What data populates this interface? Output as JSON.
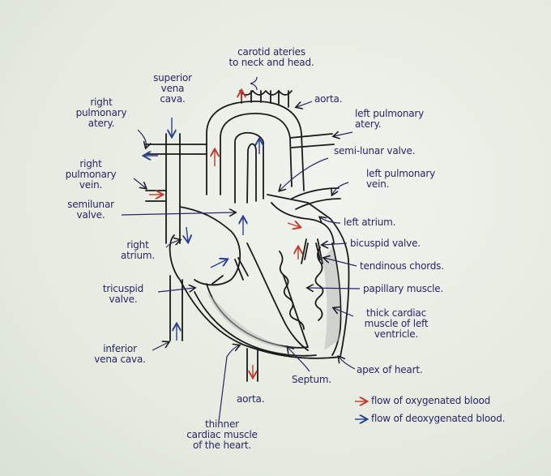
{
  "labels": {
    "carotid": "carotid ateries\nto neck and head.",
    "aorta_top": "aorta.",
    "superior_vena_cava": "superior\nvena\ncava.",
    "right_pulmonary_artery": "right\npulmonary\natery.",
    "left_pulmonary_artery": "left pulmonary\natery.",
    "right_pulmonary_vein": "right\npulmonary\nvein.",
    "semi_lunar_valve_right": "semi-lunar valve.",
    "left_pulmonary_vein": "left pulmonary\nvein.",
    "semilunar_valve_left": "semilunar\nvalve.",
    "left_atrium": "left atrium.",
    "right_atrium": "right\natrium.",
    "bicuspid_valve": "bicuspid valve.",
    "tendinous_chords": "tendinous chords.",
    "tricuspid_valve": "tricuspid\nvalve.",
    "papillary_muscle": "papillary muscle.",
    "thick_cardiac_muscle": "thick cardiac\nmuscle of left\nventricle.",
    "inferior_vena_cava": "inferior\nvena cava.",
    "apex": "apex of heart.",
    "septum": "Septum.",
    "aorta_bottom": "aorta.",
    "thinner_muscle": "thinner\ncardiac muscle\nof the heart."
  },
  "legend": {
    "oxygenated": "flow of oxygenated blood",
    "deoxygenated": "flow of deoxygenated blood."
  },
  "colors": {
    "ink": "#2a2566",
    "outline": "#1a1a1a",
    "oxygenated": "#c0392b",
    "deoxygenated": "#2b3f8f"
  }
}
